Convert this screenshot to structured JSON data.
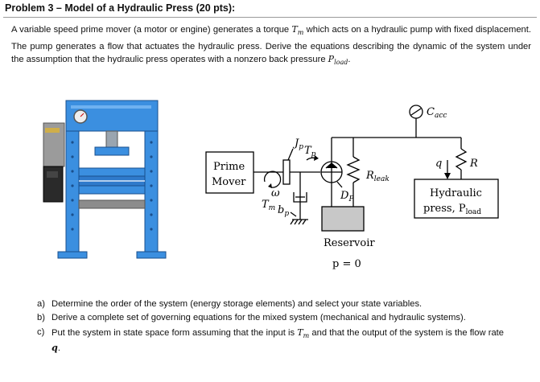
{
  "problem": {
    "title": "Problem 3 – Model of a Hydraulic Press (20 pts):",
    "intro_text": "A variable speed prime mover (a motor or engine) generates a torque",
    "intro_tm_var": "T",
    "intro_tm_sub": "m",
    "intro_text_2": "which acts on a hydraulic pump with fixed displacement. The pump generates a flow that actuates the hydraulic press. Derive the equations describing the dynamic of the system under the assumption that the hydraulic press operates with a nonzero back pressure",
    "intro_pload_var": "P",
    "intro_pload_sub": "load",
    "intro_end": "."
  },
  "diagram": {
    "prime_mover_line1": "Prime",
    "prime_mover_line2": "Mover",
    "omega": "ω",
    "tm": "T",
    "tm_sub": "m",
    "jp": "J",
    "jp_sub": "p",
    "tp": "T",
    "tp_sub": "p",
    "bp": "b",
    "bp_sub": "p",
    "dp": "D",
    "dp_sub": "P",
    "rleak": "R",
    "rleak_sub": "leak",
    "cacc": "C",
    "cacc_sub": "acc",
    "q": "q",
    "r": "R",
    "press_line1": "Hydraulic",
    "press_line2": "press, P",
    "press_sub": "load",
    "reservoir": "Reservoir",
    "p0": "p = 0"
  },
  "questions": [
    {
      "label": "a)",
      "text": "Determine the order of the system (energy storage elements) and select your state variables."
    },
    {
      "label": "b)",
      "text": "Derive a complete set of governing equations for the mixed system (mechanical and hydraulic systems)."
    },
    {
      "label": "c)",
      "text_1": "Put the system in state space form assuming that the input is",
      "var": "T",
      "var_sub": "m",
      "text_2": "and that the output of the system is the flow rate",
      "var2": "q",
      "end": "."
    }
  ],
  "colors": {
    "press_blue": "#3b8fe0",
    "press_dark": "#1a4f8c",
    "reservoir_fill": "#c8c8c8"
  }
}
